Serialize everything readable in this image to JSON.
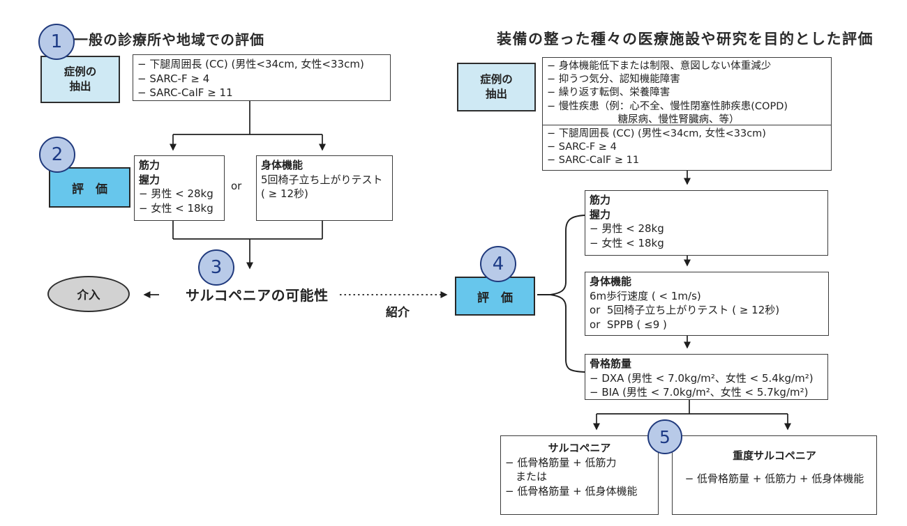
{
  "steps": [
    "1",
    "2",
    "3",
    "4",
    "5"
  ],
  "palette": {
    "light_blue_box": "#cfe9f4",
    "medium_blue_box": "#67c6ec",
    "circle_fill": "#b8cae8",
    "circle_border": "#203a7d",
    "ellipse_gray": "#d2d2d2",
    "line_color": "#1e1e1e"
  },
  "left": {
    "title": "一般の診療所や地域での評価",
    "screening_label": {
      "line1": "症例の",
      "line2": "抽出"
    },
    "criteria": [
      "− 下腿周囲長 (CC) (男性<34cm, 女性<33cm)",
      "− SARC-F ≥ 4",
      "− SARC-CalF ≥ 11"
    ],
    "assessment_label": "評　価",
    "strength": {
      "line1": "筋力",
      "line2": "握力",
      "items": [
        "− 男性 < 28kg",
        "− 女性 < 18kg"
      ]
    },
    "or_label": "or",
    "physical": {
      "title": "身体機能",
      "items": [
        "5回椅子立ち上がりテスト",
        "( ≥ 12秒)"
      ]
    },
    "outcome_label": "サルコペニアの可能性",
    "intervention_label": "介入",
    "referral_label": "紹介"
  },
  "right": {
    "title": "装備の整った種々の医療施設や研究を目的とした評価",
    "screening_label": {
      "line1": "症例の",
      "line2": "抽出"
    },
    "case_finding": [
      "− 身体機能低下または制限、意図しない体重減少",
      "− 抑うつ気分、認知機能障害",
      "− 繰り返す転倒、栄養障害",
      "− 慢性疾患（例：心不全、慢性閉塞性肺疾患(COPD)",
      "　　　　　　　糖尿病、慢性腎臓病、等）"
    ],
    "criteria": [
      "− 下腿周囲長 (CC) (男性<34cm, 女性<33cm)",
      "− SARC-F ≥ 4",
      "− SARC-CalF ≥ 11"
    ],
    "strength": {
      "line1": "筋力",
      "line2": "握力",
      "items": [
        "− 男性 < 28kg",
        "− 女性 < 18kg"
      ]
    },
    "physical": {
      "title": "身体機能",
      "items": [
        "6m歩行速度 ( < 1m/s)",
        "or  5回椅子立ち上がりテスト ( ≥ 12秒)",
        "or  SPPB ( ≤9 )"
      ]
    },
    "muscle_mass": {
      "title": "骨格筋量",
      "items": [
        "− DXA (男性 < 7.0kg/m²、女性 < 5.4kg/m²)",
        "− BIA (男性 < 7.0kg/m²、女性 < 5.7kg/m²)"
      ]
    },
    "assessment_label": "評　価",
    "sarcopenia": {
      "title": "サルコペニア",
      "items": [
        "− 低骨格筋量 + 低筋力",
        "　または",
        "− 低骨格筋量 + 低身体機能"
      ]
    },
    "severe": {
      "title": "重度サルコペニア",
      "body": "− 低骨格筋量 + 低筋力 + 低身体機能"
    }
  }
}
